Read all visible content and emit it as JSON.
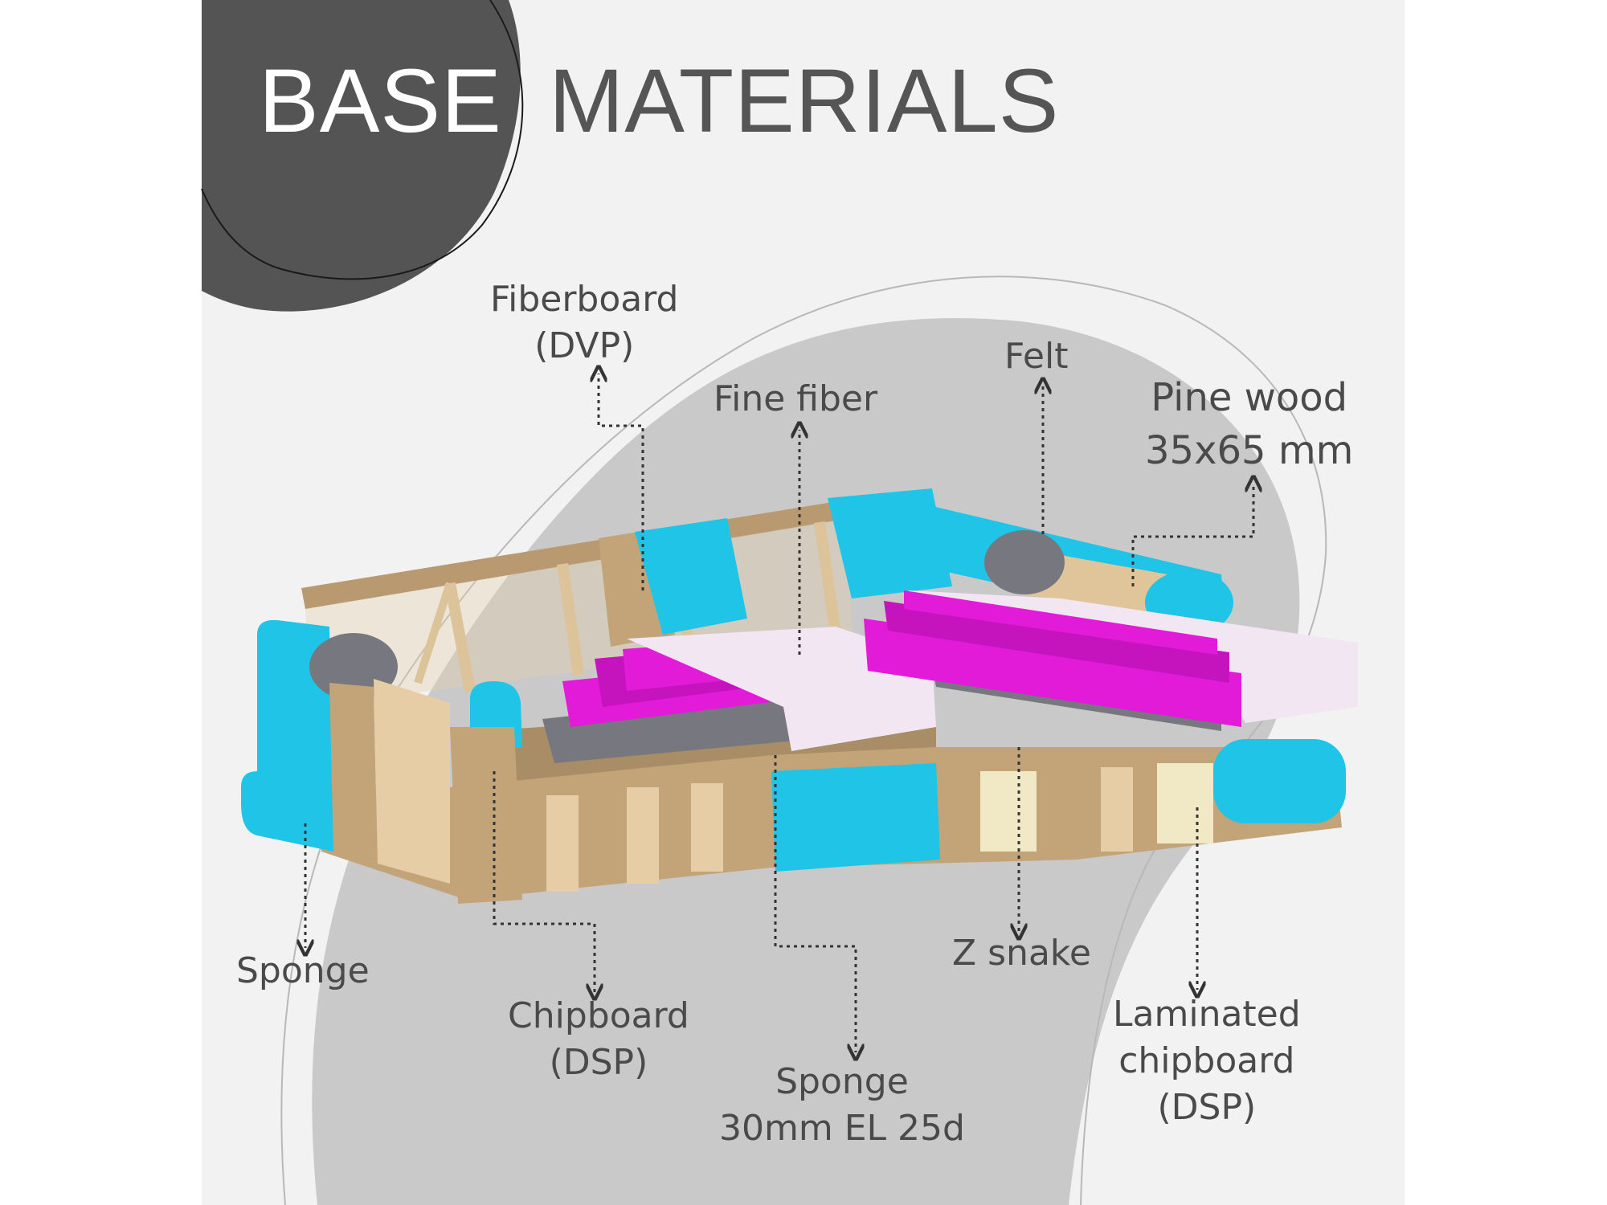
{
  "title": {
    "word1": "BASE",
    "word2": "MATERIALS"
  },
  "colors": {
    "background": "#f2f2f2",
    "blob": "#c9c9c9",
    "title_circle": "#545454",
    "text": "#4a4a4a",
    "sponge": "#1fc4e6",
    "pad": "#e21bd8",
    "fiber": "#f3e6f3",
    "wood": "#e8cfa6",
    "chipboard": "#c2a478",
    "felt": "#77777f"
  },
  "labels": {
    "fiberboard": {
      "line1": "Fiberboard",
      "line2": "(DVP)"
    },
    "fine_fiber": {
      "line1": "Fine fiber"
    },
    "felt": {
      "line1": "Felt"
    },
    "pine_wood": {
      "line1": "Pine wood",
      "line2": "35x65 mm"
    },
    "sponge_left": {
      "line1": "Sponge"
    },
    "chipboard": {
      "line1": "Chipboard",
      "line2": "(DSP)"
    },
    "sponge_seat": {
      "line1": "Sponge",
      "line2": "30mm EL 25d"
    },
    "z_snake": {
      "line1": "Z snake"
    },
    "laminated": {
      "line1": "Laminated",
      "line2": "chipboard",
      "line3": "(DSP)"
    }
  }
}
